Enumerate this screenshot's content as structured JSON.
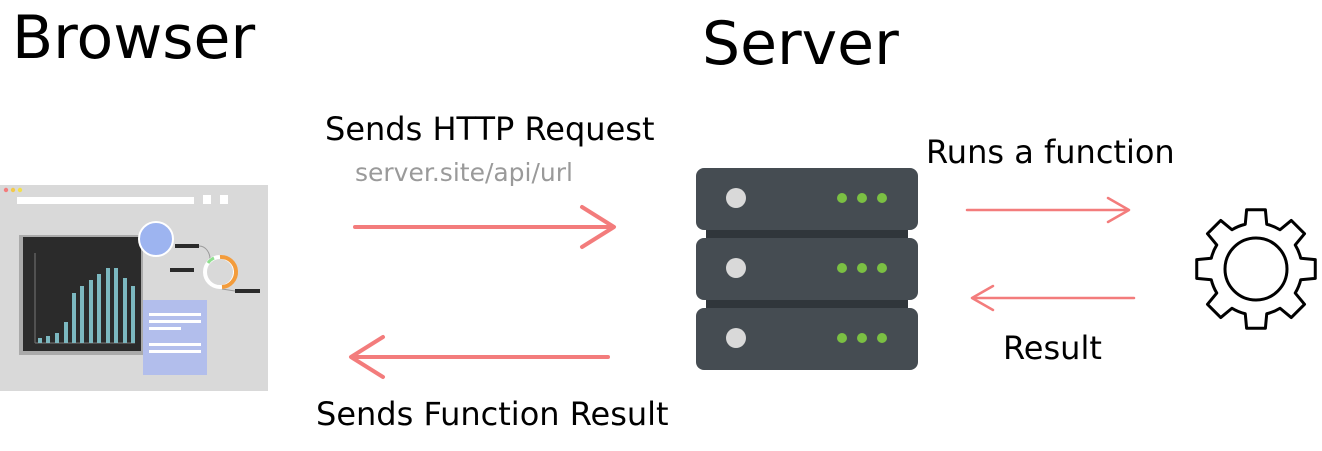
{
  "headings": {
    "browser": "Browser",
    "server": "Server"
  },
  "captions": {
    "request": "Sends HTTP Request",
    "request_url": "server.site/api/url",
    "response": "Sends Function Result",
    "run_function": "Runs a function",
    "result": "Result"
  },
  "colors": {
    "arrow": "#f37c7c",
    "server_body": "#454c52",
    "server_led": "#7bc043",
    "chart_bar": "#7cb8c0",
    "gear": "#000000"
  },
  "icons": {
    "browser": "browser-window-dashboard-icon",
    "server": "server-rack-icon",
    "function": "gear-icon"
  }
}
